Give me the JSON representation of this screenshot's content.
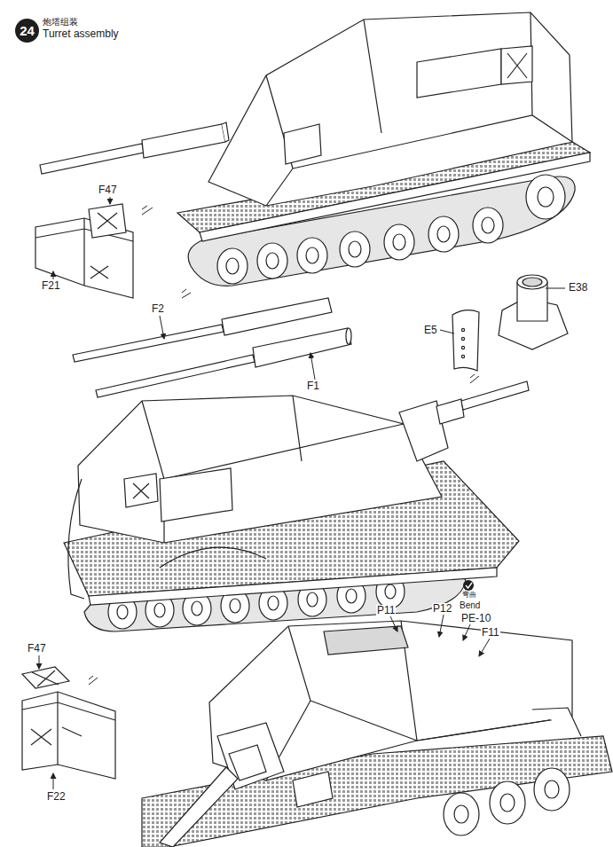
{
  "diagram": {
    "title": "炮塔组装",
    "nodes": [
      {
        "text": [
          "24"
        ]
      }
    ],
    "labels": [
      "Turret assembly",
      "F47",
      "F21",
      "F2",
      "F1",
      "E38",
      "E5",
      "弯曲",
      "Bend",
      "P11",
      "P12",
      "PE-10",
      "F11",
      "F47",
      "F22"
    ]
  }
}
